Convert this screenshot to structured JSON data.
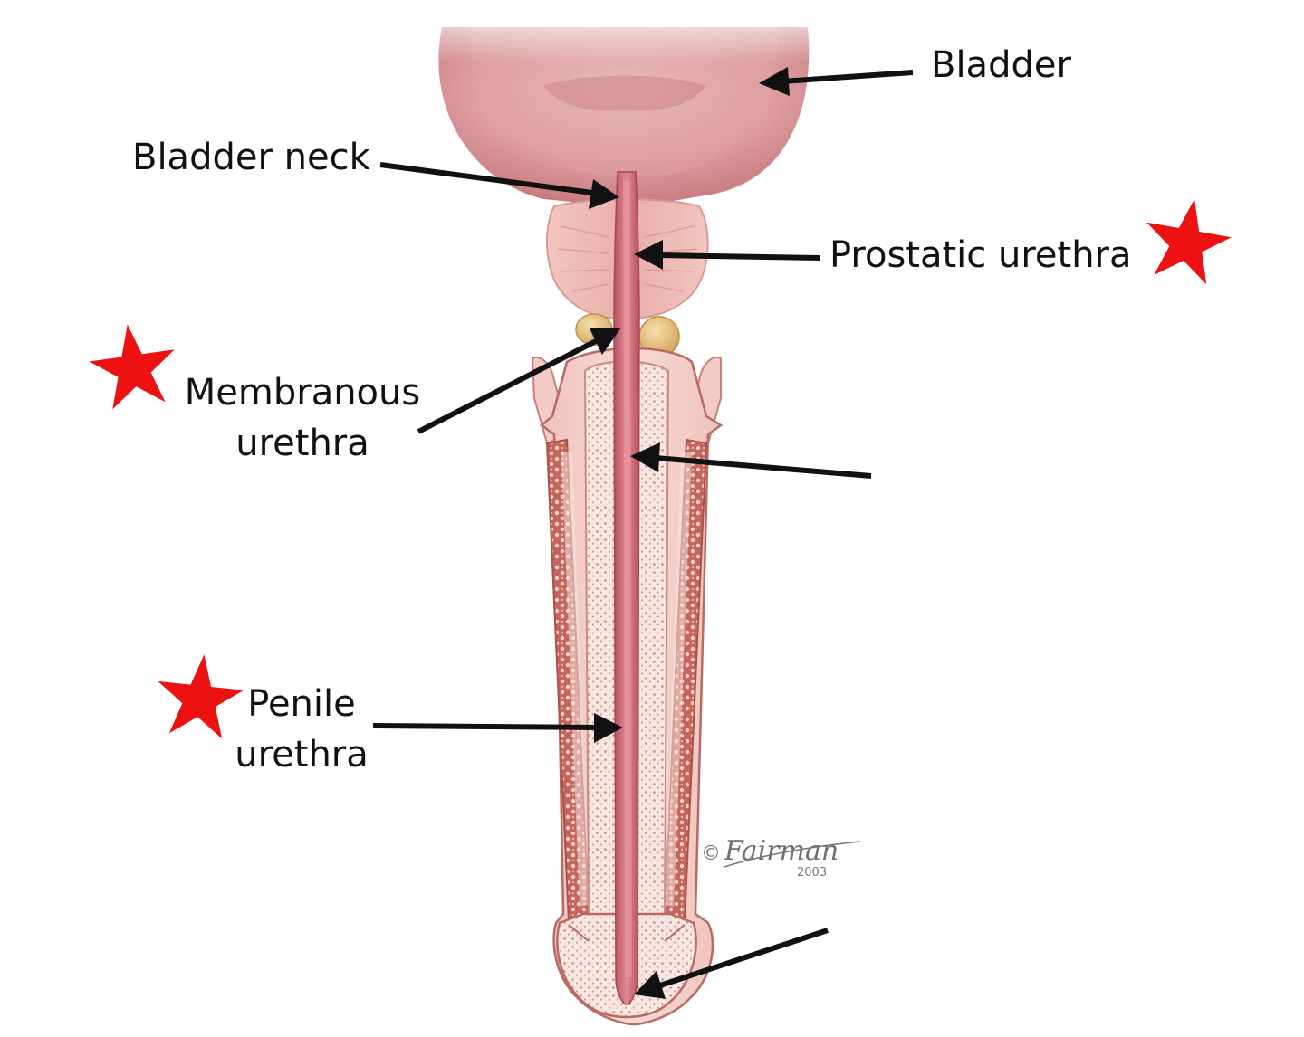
{
  "labels": {
    "bladder": "Bladder",
    "bladder_neck": "Bladder neck",
    "prostatic_urethra": "Prostatic urethra",
    "membranous_line1": "Membranous",
    "membranous_line2": "urethra",
    "penile_line1": "Penile",
    "penile_line2": "urethra"
  },
  "credit": {
    "copyright": "©",
    "signature": "Fairman",
    "year": "2003"
  },
  "colors": {
    "star": "#ee1111",
    "arrow": "#111111",
    "urethra": "#c9656f",
    "tissue": "#c4776e",
    "skin": "#f0c9c3",
    "bladder": "#d58f93",
    "prostate": "#eab3ae",
    "gland": "#e2b86e"
  },
  "icons": [
    "star-icon",
    "arrow-icon"
  ]
}
